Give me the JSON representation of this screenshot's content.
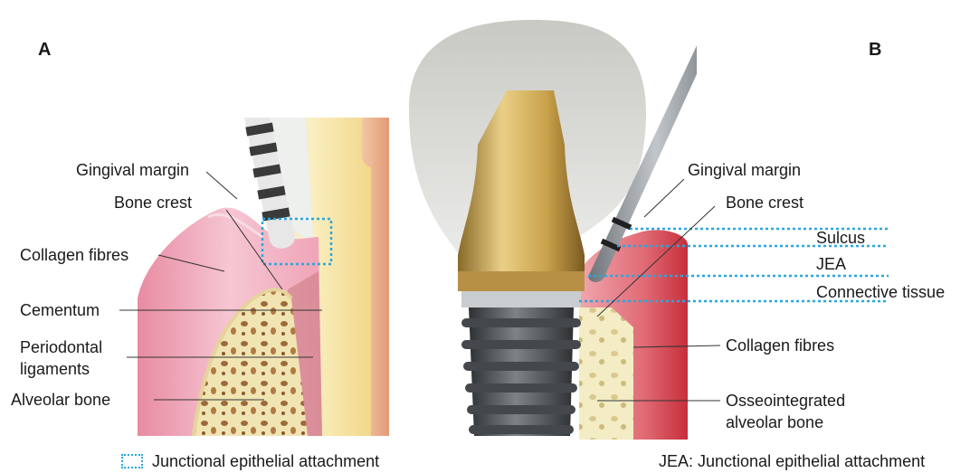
{
  "panels": {
    "a": "A",
    "b": "B"
  },
  "left_labels": {
    "gingival_margin": "Gingival margin",
    "bone_crest": "Bone crest",
    "collagen_fibres": "Collagen fibres",
    "cementum": "Cementum",
    "periodontal_line1": "Periodontal",
    "periodontal_line2": "ligaments",
    "alveolar_bone": "Alveolar bone"
  },
  "right_labels": {
    "gingival_margin": "Gingival margin",
    "bone_crest": "Bone crest",
    "sulcus": "Sulcus",
    "jea": "JEA",
    "connective_tissue": "Connective tissue",
    "collagen_fibres": "Collagen fibres",
    "osseo_line1": "Osseointegrated",
    "osseo_line2": "alveolar bone"
  },
  "legend": {
    "left": "Junctional epithelial attachment",
    "right": "JEA: Junctional epithelial attachment"
  },
  "colors": {
    "dotted_accent": "#2aa7dc",
    "gum_pink": "#f2b6c4",
    "gum_red": "#d9434f",
    "bone": "#f1e4b3",
    "tooth_yellow": "#f7e7a8",
    "crown": "#d9d9d6",
    "abutment_gold": "#c9a24a",
    "implant_gray": "#5a5e62"
  }
}
